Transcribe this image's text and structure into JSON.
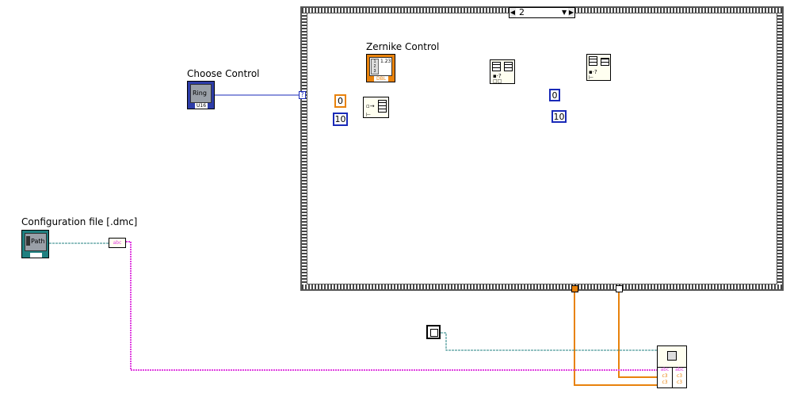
{
  "labels": {
    "choose_control": "Choose Control",
    "zernike_control": "Zernike Control",
    "config_file": "Configuration file [.dmc]"
  },
  "case_selector": {
    "value": "2"
  },
  "terminals": {
    "ring_text": "Ring",
    "ring_sub": "U16",
    "path_text": "Path",
    "dbl_text": "DBL",
    "zernike_num": "1.23",
    "abc": "abc",
    "c3": "c3"
  },
  "constants": {
    "orange_zero": "0",
    "orange_ten": "10",
    "blue_zero": "0",
    "blue_ten": "10"
  },
  "colors": {
    "orange_wire": "#e8820c",
    "blue_wire": "#1a2ab8",
    "pink_wire": "#e040e0",
    "teal_wire": "#208080",
    "frame": "#555555"
  }
}
